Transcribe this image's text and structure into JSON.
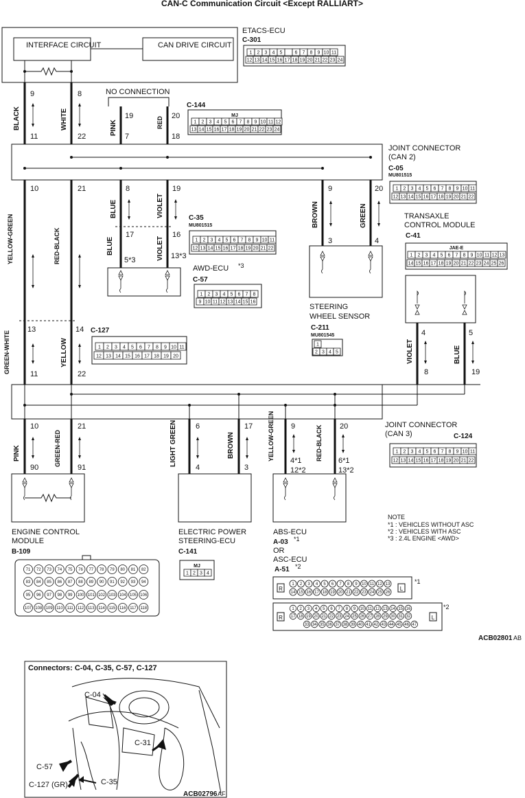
{
  "title": "CAN-C Communication Circuit <Except RALLIART>",
  "figure_code": "ACB02801",
  "figure_code_suffix": "AB",
  "etacs": {
    "name": "ETACS-ECU",
    "connector": "C-301",
    "interface_circuit": "INTERFACE CIRCUIT",
    "can_drive_circuit": "CAN DRIVE CIRCUIT",
    "pins_top": [
      "1",
      "2",
      "3",
      "4",
      "5",
      "",
      "6",
      "7",
      "8",
      "9",
      "10",
      "11"
    ],
    "pins_bottom": [
      "12",
      "13",
      "14",
      "15",
      "16",
      "17",
      "18",
      "19",
      "20",
      "21",
      "22",
      "23",
      "24"
    ]
  },
  "no_connection": "NO CONNECTION",
  "c144": {
    "connector": "C-144",
    "tag": "MJ",
    "pins_top": [
      "1",
      "2",
      "3",
      "4",
      "5",
      "6",
      "7",
      "8",
      "9",
      "10",
      "11",
      "12"
    ],
    "pins_bottom": [
      "13",
      "14",
      "15",
      "16",
      "17",
      "18",
      "19",
      "20",
      "21",
      "22",
      "23",
      "24"
    ]
  },
  "joint_can2": {
    "name_line1": "JOINT CONNECTOR",
    "name_line2": "(CAN 2)",
    "connector": "C-05",
    "part": "MU801515",
    "pins_top": [
      "1",
      "2",
      "3",
      "4",
      "5",
      "6",
      "7",
      "8",
      "9",
      "10",
      "11"
    ],
    "pins_bottom": [
      "12",
      "13",
      "14",
      "15",
      "16",
      "17",
      "18",
      "19",
      "20",
      "21",
      "22"
    ]
  },
  "c35": {
    "connector": "C-35",
    "part": "MU801515",
    "pins_top": [
      "1",
      "2",
      "3",
      "4",
      "5",
      "6",
      "7",
      "8",
      "9",
      "10",
      "11"
    ],
    "pins_bottom": [
      "12",
      "13",
      "14",
      "15",
      "16",
      "17",
      "18",
      "19",
      "20",
      "21",
      "22"
    ]
  },
  "awd": {
    "name": "AWD-ECU",
    "note": "*3",
    "connector": "C-57",
    "pins_top": [
      "1",
      "2",
      "3",
      "4",
      "5",
      "6",
      "7",
      "8"
    ],
    "pins_bottom": [
      "9",
      "10",
      "11",
      "12",
      "13",
      "14",
      "15",
      "16"
    ]
  },
  "tcm": {
    "name_line1": "TRANSAXLE",
    "name_line2": "CONTROL MODULE",
    "connector": "C-41",
    "tag": "JAE-E",
    "pins_top": [
      "1",
      "2",
      "3",
      "4",
      "5",
      "6",
      "7",
      "8",
      "9",
      "10",
      "11",
      "12",
      "13"
    ],
    "pins_bottom": [
      "14",
      "15",
      "16",
      "17",
      "18",
      "19",
      "20",
      "21",
      "22",
      "23",
      "24",
      "25",
      "26"
    ]
  },
  "steering_sensor": {
    "name_line1": "STEERING",
    "name_line2": "WHEEL SENSOR",
    "connector": "C-211",
    "part": "MU801545",
    "pins_top": [
      "1"
    ],
    "pins_bottom": [
      "2",
      "3",
      "4",
      "5"
    ]
  },
  "c127": {
    "connector": "C-127",
    "pins_top": [
      "1",
      "2",
      "3",
      "4",
      "5",
      "6",
      "7",
      "8",
      "9",
      "10",
      "11"
    ],
    "pins_bottom": [
      "12",
      "13",
      "14",
      "15",
      "16",
      "17",
      "18",
      "19",
      "20"
    ]
  },
  "joint_can3": {
    "name_line1": "JOINT CONNECTOR",
    "name_line2": "(CAN 3)",
    "connector": "C-124",
    "pins_top": [
      "1",
      "2",
      "3",
      "4",
      "5",
      "6",
      "7",
      "8",
      "9",
      "10",
      "11"
    ],
    "pins_bottom": [
      "12",
      "13",
      "14",
      "15",
      "16",
      "17",
      "18",
      "19",
      "20",
      "21",
      "22"
    ]
  },
  "ecm": {
    "name_line1": "ENGINE CONTROL",
    "name_line2": "MODULE",
    "connector": "B-109",
    "pins_row1": [
      "71",
      "72",
      "73",
      "74",
      "75",
      "76",
      "77",
      "78",
      "79",
      "80",
      "81",
      "82"
    ],
    "pins_row2": [
      "83",
      "84",
      "85",
      "86",
      "87",
      "88",
      "89",
      "90",
      "91",
      "92",
      "93",
      "94"
    ],
    "pins_row3": [
      "95",
      "96",
      "97",
      "98",
      "99",
      "100",
      "101",
      "102",
      "103",
      "104",
      "105",
      "106"
    ],
    "pins_row4": [
      "107",
      "108",
      "109",
      "110",
      "111",
      "112",
      "113",
      "114",
      "115",
      "116",
      "117",
      "118"
    ]
  },
  "eps": {
    "name_line1": "ELECTRIC POWER",
    "name_line2": "STEERING-ECU",
    "connector": "C-141",
    "tag": "MJ",
    "pins": [
      "1",
      "2",
      "3",
      "4"
    ]
  },
  "abs": {
    "name": "ABS-ECU",
    "connector1": "A-03",
    "note1": "*1",
    "or": "OR",
    "name2": "ASC-ECU",
    "connector2": "A-51",
    "note2": "*2",
    "conn1_top": [
      "1",
      "2",
      "3",
      "4",
      "5",
      "6",
      "7",
      "8",
      "9",
      "10",
      "11",
      "12",
      "13"
    ],
    "conn1_bottom": [
      "14",
      "15",
      "16",
      "17",
      "18",
      "19",
      "20",
      "21",
      "22",
      "23",
      "24",
      "25",
      "26"
    ],
    "conn2_row1": [
      "1",
      "2",
      "3",
      "4",
      "5",
      "6",
      "7",
      "8",
      "9",
      "10",
      "11",
      "12",
      "13",
      "14",
      "15",
      "16"
    ],
    "conn2_row2": [
      "17",
      "18",
      "19",
      "20",
      "21",
      "22",
      "23",
      "24",
      "25",
      "26",
      "27",
      "28",
      "29",
      "30",
      "31",
      "32"
    ],
    "conn2_row3": [
      "33",
      "34",
      "35",
      "36",
      "37",
      "38",
      "39",
      "40",
      "41",
      "42",
      "43",
      "44",
      "45",
      "46",
      "47"
    ],
    "r_label": "R",
    "l_label": "L"
  },
  "notes": {
    "heading": "NOTE",
    "n1": "*1 : VEHICLES WITHOUT ASC",
    "n2": "*2 : VEHICLES WITH ASC",
    "n3": "*3 : 2.4L ENGINE <AWD>"
  },
  "wires": {
    "etacs_left": {
      "color": "BLACK",
      "top": "9",
      "bottom": "11"
    },
    "etacs_right": {
      "color": "WHITE",
      "top": "8",
      "bottom": "22"
    },
    "c144_left": {
      "color": "PINK",
      "top": "19",
      "bottom": "7"
    },
    "c144_right": {
      "color": "RED",
      "top": "20",
      "bottom": "18"
    },
    "can2_left": {
      "color": "YELLOW-GREEN",
      "top": "10"
    },
    "can2_right": {
      "color": "RED-BLACK",
      "top": "21"
    },
    "awd_left": {
      "color_upper": "BLUE",
      "color_lower": "BLUE",
      "top": "8",
      "mid": "17",
      "bottom": "5*3"
    },
    "awd_right": {
      "color_upper": "VIOLET",
      "color_lower": "VIOLET",
      "top": "19",
      "mid": "16",
      "bottom": "13*3"
    },
    "sws_left": {
      "color": "BROWN",
      "top": "9",
      "bottom": "3"
    },
    "sws_right": {
      "color": "GREEN",
      "top": "20",
      "bottom": "4"
    },
    "c127_left": {
      "color": "GREEN-WHITE",
      "top": "13",
      "bottom": "11"
    },
    "c127_right": {
      "color": "YELLOW",
      "top": "14",
      "bottom": "22"
    },
    "tcm_left": {
      "color": "VIOLET",
      "top": "4",
      "bottom": "8"
    },
    "tcm_right": {
      "color": "BLUE",
      "top": "5",
      "bottom": "19"
    },
    "ecm_left": {
      "color": "PINK",
      "top": "10",
      "bottom": "90"
    },
    "ecm_right": {
      "color": "GREEN-RED",
      "top": "21",
      "bottom": "91"
    },
    "eps_left": {
      "color": "LIGHT GREEN",
      "top": "6",
      "bottom": "4"
    },
    "eps_right": {
      "color": "BROWN",
      "top": "17",
      "bottom": "3"
    },
    "abs_left": {
      "color": "YELLOW-GREEN",
      "top": "9",
      "bottom1": "4*1",
      "bottom2": "12*2"
    },
    "abs_right": {
      "color": "RED-BLACK",
      "top": "20",
      "bottom1": "6*1",
      "bottom2": "13*2"
    }
  },
  "inset": {
    "title": "Connectors: C-04, C-35, C-57, C-127",
    "label_c04": "C-04",
    "label_c31": "C-31",
    "label_c57": "C-57",
    "label_c127": "C-127 (GR)",
    "label_c35": "C-35",
    "figure_code": "ACB02796",
    "figure_code_suffix": "AF"
  }
}
